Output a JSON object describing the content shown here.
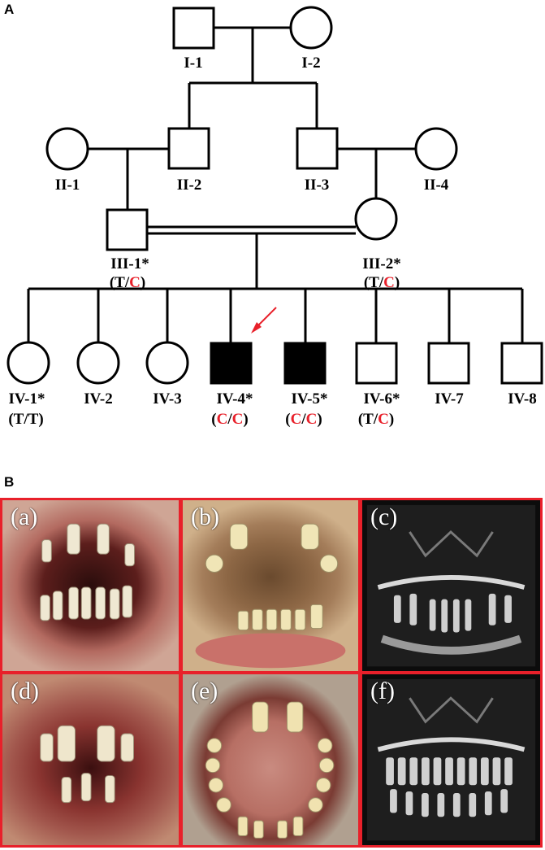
{
  "panels": {
    "a": "A",
    "b": "B"
  },
  "pedigree": {
    "I1": "I-1",
    "I2": "I-2",
    "II1": "II-1",
    "II2": "II-2",
    "II3": "II-3",
    "II4": "II-4",
    "III1": "III-1*",
    "III2": "III-2*",
    "IV1": "IV-1*",
    "IV2": "IV-2",
    "IV3": "IV-3",
    "IV4": "IV-4*",
    "IV5": "IV-5*",
    "IV6": "IV-6*",
    "IV7": "IV-7",
    "IV8": "IV-8",
    "genotype": {
      "III1": [
        "T",
        "C"
      ],
      "III2": [
        "T",
        "C"
      ],
      "IV1": [
        "T",
        "T"
      ],
      "IV4": [
        "C",
        "C"
      ],
      "IV5": [
        "C",
        "C"
      ],
      "IV6": [
        "T",
        "C"
      ]
    },
    "colors": {
      "line": "#000000",
      "mutant_allele": "#e8202a",
      "arrow": "#e8202a",
      "affected": "#000000"
    }
  },
  "photos": {
    "a": "(a)",
    "b": "(b)",
    "c": "(c)",
    "d": "(d)",
    "e": "(e)",
    "f": "(f)",
    "border_color": "#e8202a"
  }
}
